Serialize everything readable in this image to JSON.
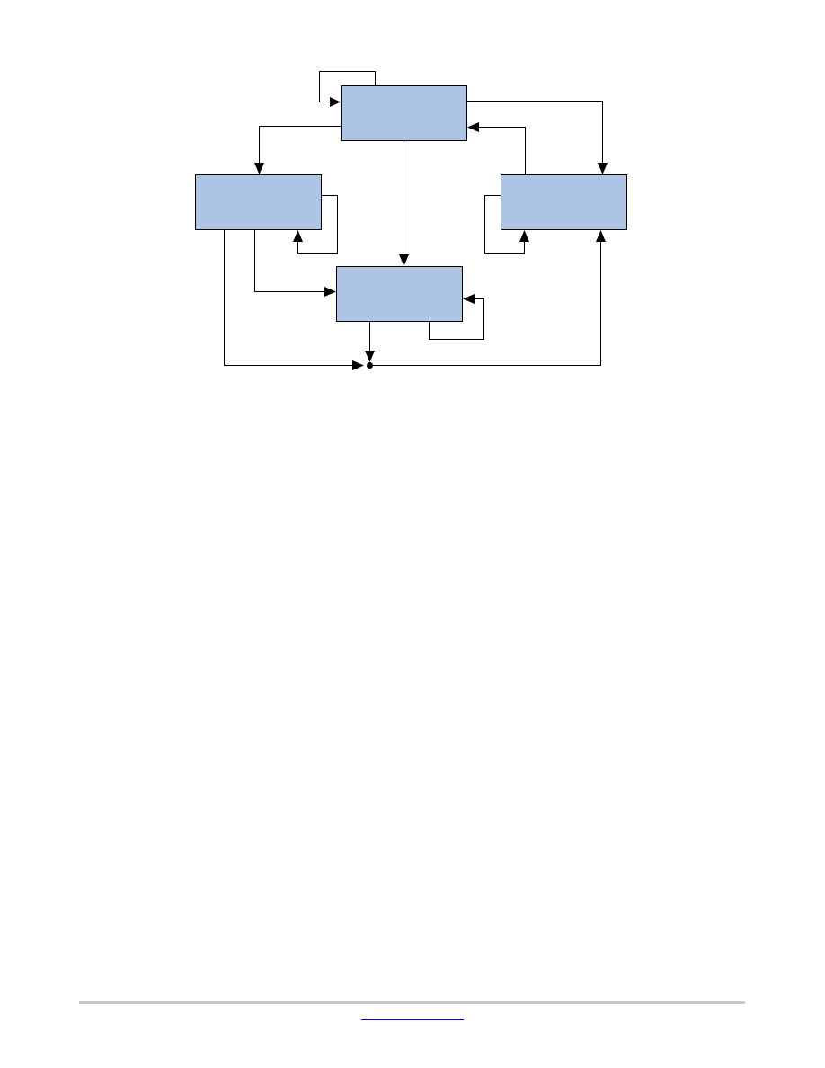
{
  "diagram": {
    "box_fill": "#aec4e5",
    "line_color": "#000000",
    "nodes": [
      {
        "id": "top",
        "label": ""
      },
      {
        "id": "left",
        "label": ""
      },
      {
        "id": "right",
        "label": ""
      },
      {
        "id": "bottom",
        "label": ""
      }
    ],
    "edges": [
      {
        "from": "top",
        "to": "top",
        "kind": "self-loop"
      },
      {
        "from": "top",
        "to": "left"
      },
      {
        "from": "top",
        "to": "bottom"
      },
      {
        "from": "top",
        "to": "right"
      },
      {
        "from": "right",
        "to": "top"
      },
      {
        "from": "left",
        "to": "left",
        "kind": "self-loop"
      },
      {
        "from": "right",
        "to": "right",
        "kind": "self-loop"
      },
      {
        "from": "left",
        "to": "bottom"
      },
      {
        "from": "bottom",
        "to": "bottom",
        "kind": "self-loop"
      },
      {
        "from": "left",
        "to": "junction"
      },
      {
        "from": "bottom",
        "to": "junction"
      },
      {
        "from": "junction",
        "to": "right"
      }
    ]
  },
  "footer": {
    "link_text": "",
    "rule_color": "#c8c8c8",
    "link_color": "#0000ee"
  }
}
